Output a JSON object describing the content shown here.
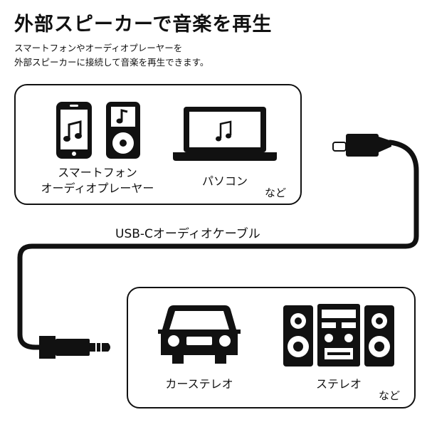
{
  "title": "外部スピーカーで音楽を再生",
  "description": {
    "line1": "スマートフォンやオーディオプレーヤーを",
    "line2": "外部スピーカーに接続して音楽を再生できます。"
  },
  "source_box": {
    "label_mobile_line1": "スマートフォン",
    "label_mobile_line2": "オーディオプレーヤー",
    "label_pc": "パソコン",
    "etc": "など"
  },
  "cable_label": "USB-Cオーディオケーブル",
  "dest_box": {
    "label_car": "カーステレオ",
    "label_stereo": "ステレオ",
    "etc": "など"
  },
  "icons": {
    "smartphone": "smartphone-icon",
    "audio_player": "audio-player-icon",
    "laptop": "laptop-icon",
    "car": "car-icon",
    "stereo": "stereo-icon",
    "usb_c_plug": "usb-c-plug-icon",
    "audio_plug": "audio-plug-icon"
  }
}
